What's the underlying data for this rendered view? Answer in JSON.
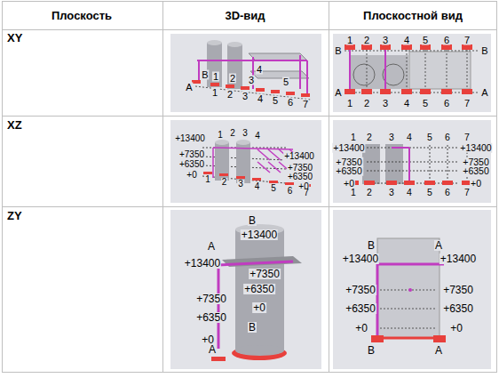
{
  "diagram": {
    "labels": [
      "Плоскость",
      "3D-вид",
      "Плоскостной вид",
      "XY",
      "XZ",
      "ZY",
      "A",
      "B",
      "1",
      "2",
      "3",
      "4",
      "5",
      "1",
      "2",
      "3",
      "4",
      "5",
      "6",
      "7",
      "B",
      "1",
      "2",
      "3",
      "4",
      "5",
      "6",
      "7",
      "B",
      "A",
      "1",
      "2",
      "3",
      "4",
      "5",
      "6",
      "7",
      "A",
      "+13400",
      "+7350",
      "+6350",
      "+0",
      "1",
      "2",
      "3",
      "4",
      "+13400",
      "+7350",
      "+6350",
      "+0",
      "1",
      "2",
      "3",
      "4",
      "5",
      "6",
      "7",
      "+13400",
      "+7350",
      "+6350",
      "+0",
      "1",
      "2",
      "3",
      "4",
      "5",
      "6",
      "7",
      "+13400",
      "+7350",
      "+6350",
      "+0",
      "1",
      "2",
      "3",
      "4",
      "5",
      "6",
      "7",
      "B",
      "+13400",
      "A",
      "+13400",
      "+7350",
      "+6350",
      "+7350",
      "+6350",
      "+0",
      "+0",
      "B",
      "A",
      "B",
      "A",
      "+13400",
      "+13400",
      "+7350",
      "+7350",
      "+6350",
      "+6350",
      "+0",
      "+0",
      "B",
      "A"
    ]
  }
}
